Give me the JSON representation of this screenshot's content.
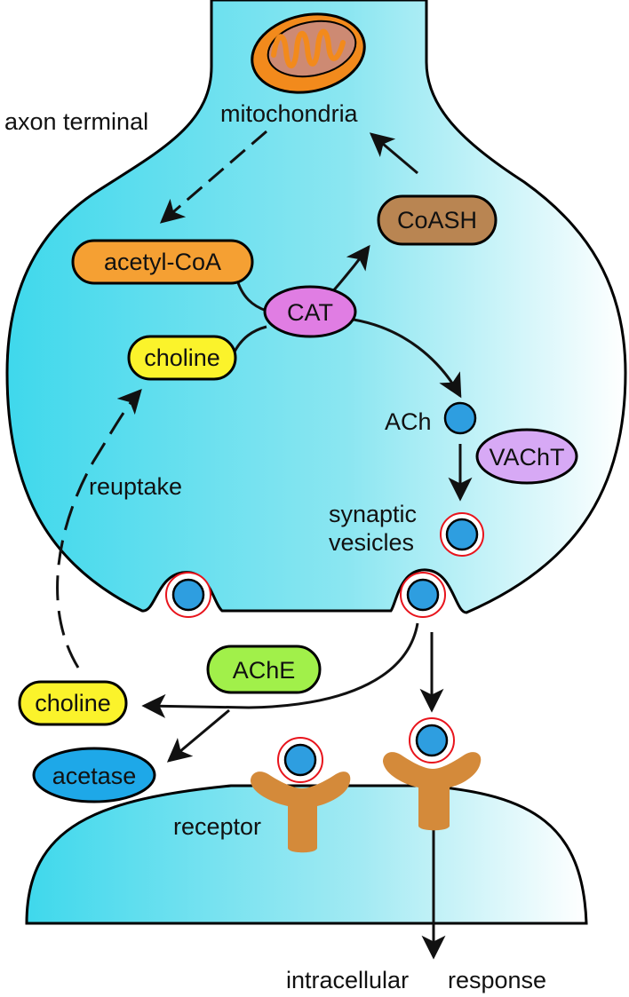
{
  "labels": {
    "axon_terminal": "axon terminal",
    "reuptake": "reuptake",
    "ach": "ACh",
    "synaptic": "synaptic",
    "vesicles": "vesicles",
    "receptor": "receptor",
    "intracellular": "intracellular",
    "response": "response",
    "mitochondria": "mitochondria"
  },
  "nodes": {
    "acetyl_coa": "acetyl-CoA",
    "coash": "CoASH",
    "cat": "CAT",
    "choline_inner": "choline",
    "vacht": "VAChT",
    "ache": "AChE",
    "choline_outer": "choline",
    "acetase": "acetase"
  },
  "colors": {
    "terminal_fill_left": "#3fd8ec",
    "terminal_fill_right": "#ffffff",
    "mitochondria": "#f28a1c",
    "acetyl_coa": "#f5a033",
    "coash": "#b98552",
    "cat": "#e07de3",
    "choline": "#fbf32b",
    "vacht": "#d7a9f5",
    "ache": "#a1f04a",
    "acetase": "#1ea8e8",
    "ach_molecule": "#2e9ee0",
    "vesicle_ring": "#e8141c",
    "receptor": "#d48a3a"
  }
}
